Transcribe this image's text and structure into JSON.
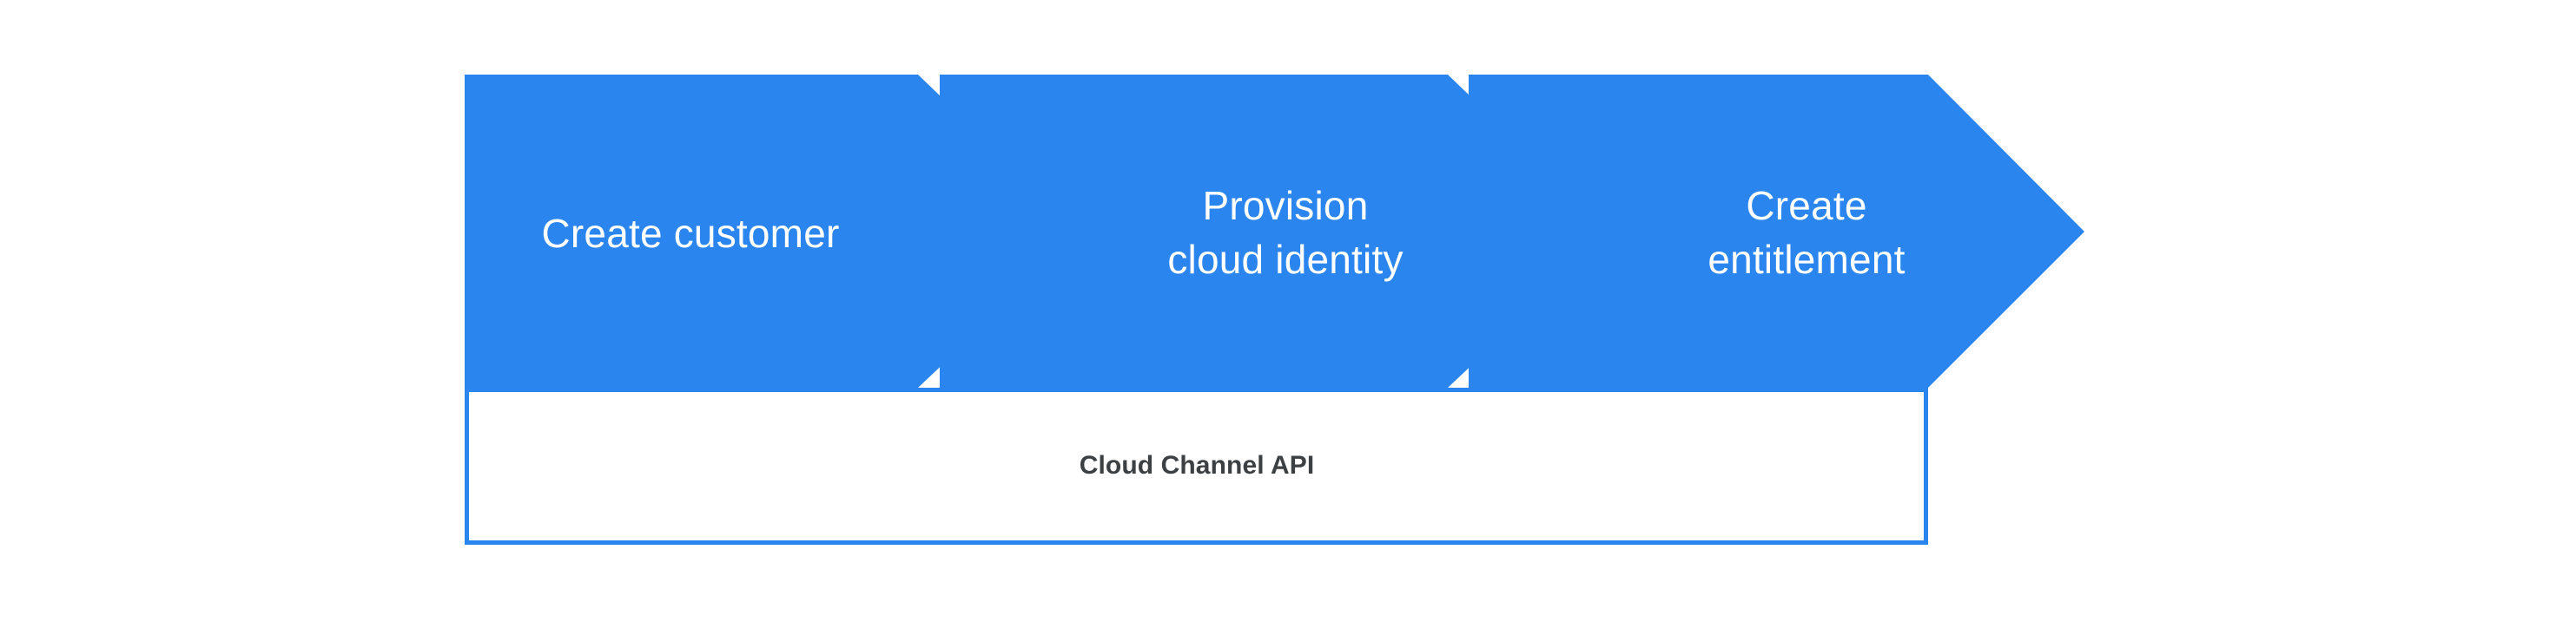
{
  "diagram": {
    "type": "chevron-process-flow",
    "orientation": "left-to-right",
    "background_color": "#ffffff",
    "accent_color": "#2b85ee",
    "step_text_color": "#ffffff",
    "api_bar_text_color": "#3c4043",
    "api_bar_border_color": "#2b85ee",
    "api_bar_fill_color": "#ffffff",
    "steps": [
      {
        "id": "create-customer",
        "order": 1,
        "label": "Create customer"
      },
      {
        "id": "provision-identity",
        "order": 2,
        "label": "Provision\ncloud identity"
      },
      {
        "id": "create-entitlement",
        "order": 3,
        "label": "Create\nentitlement"
      }
    ],
    "api_bar": {
      "label": "Cloud Channel API",
      "spans_steps": 3
    }
  }
}
